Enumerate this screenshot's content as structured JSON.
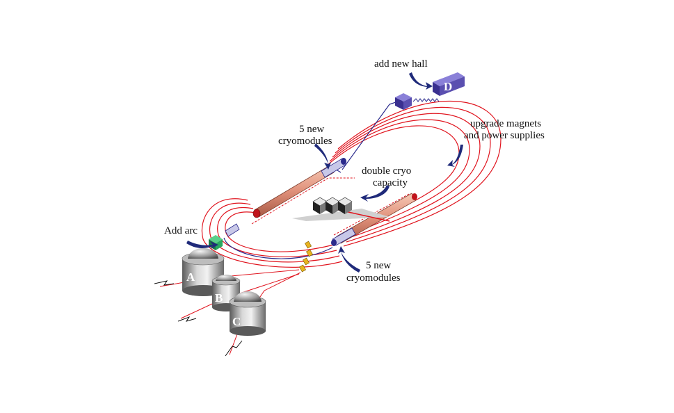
{
  "labels": {
    "add_new_hall": "add new hall",
    "new_cryo_top_1": "5 new",
    "new_cryo_top_2": "cryomodules",
    "upgrade_1": "upgrade magnets",
    "upgrade_2": "and power supplies",
    "double_cryo_1": "double cryo",
    "double_cryo_2": "capacity",
    "add_arc": "Add arc",
    "new_cryo_bottom_1": "5 new",
    "new_cryo_bottom_2": "cryomodules"
  },
  "halls": {
    "a": "A",
    "b": "B",
    "c": "C",
    "d": "D"
  },
  "colors": {
    "beamline": "#e0141e",
    "recirculation": "#2a2a8c",
    "arrow": "#1f2a7a",
    "hall_d": "#5a4fb0",
    "arc_box": "#1e9a5a",
    "linac": "#e8a08a",
    "cryo_plant": "#3a3a3a",
    "magnet": "#e8b320"
  }
}
